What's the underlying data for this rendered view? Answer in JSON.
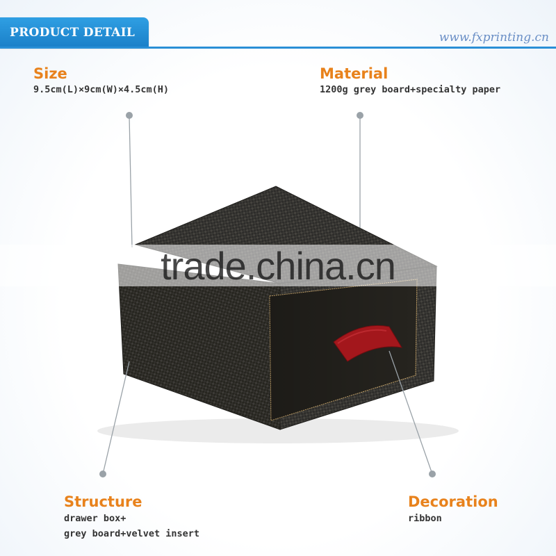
{
  "header": {
    "tab_label": "PRODUCT DETAIL",
    "site_url": "www.fxprinting.cn"
  },
  "watermark": "trade.china.cn",
  "specs": {
    "size": {
      "title": "Size",
      "value": "9.5cm(L)×9cm(W)×4.5cm(H)"
    },
    "material": {
      "title": "Material",
      "value": "1200g grey board+specialty paper"
    },
    "structure": {
      "title": "Structure",
      "lines": [
        "drawer box+",
        "grey board+velvet insert"
      ]
    },
    "decoration": {
      "title": "Decoration",
      "value": "ribbon"
    }
  },
  "colors": {
    "accent_blue": "#2a8fd6",
    "title_orange": "#e8821c",
    "ribbon_red": "#a3171c",
    "box_dark": "#2b2a28"
  },
  "product": {
    "name": "drawer-gift-box-icon"
  }
}
